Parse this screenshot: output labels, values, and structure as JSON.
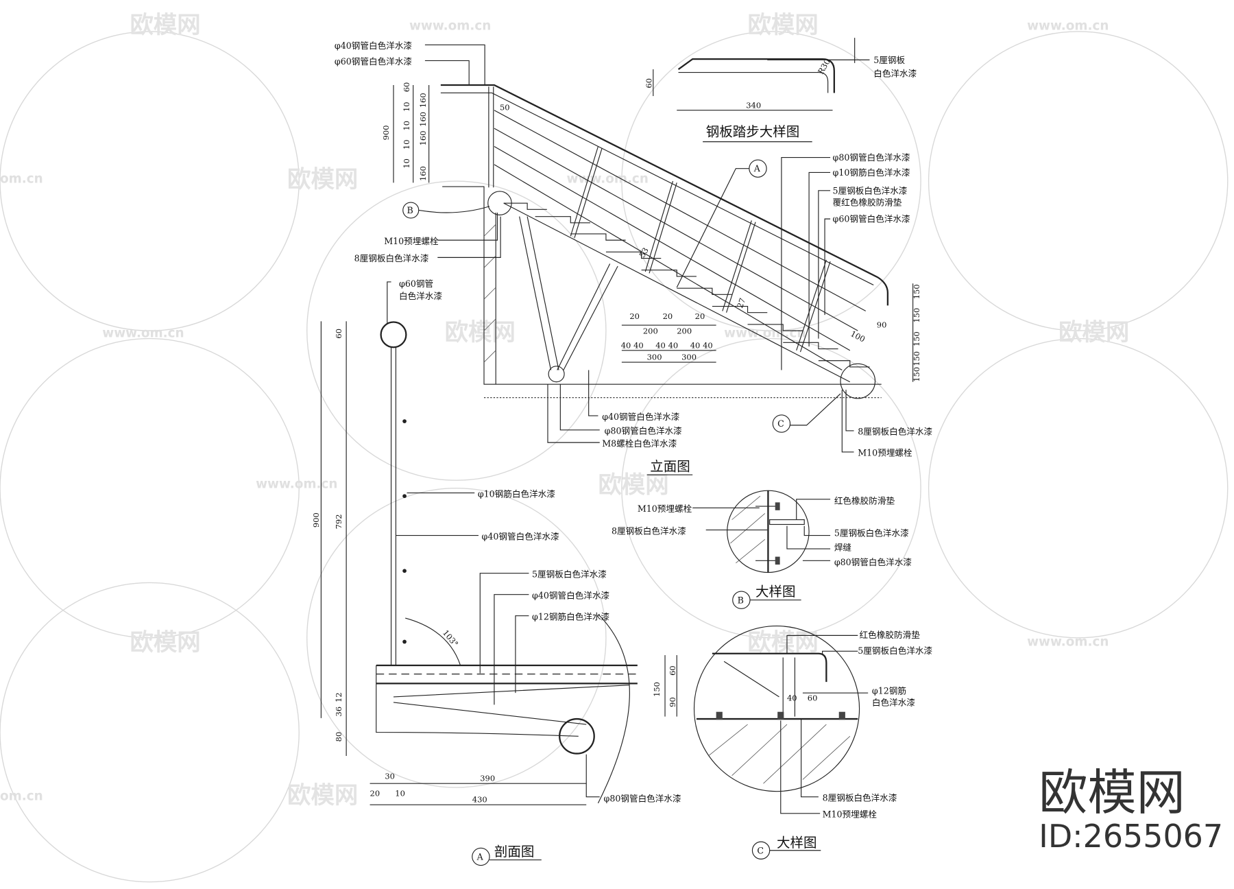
{
  "watermark": {
    "brand": "欧模网",
    "url": "www.om.cn",
    "url_short": "om.cn",
    "id": "ID:2655067"
  },
  "elevation": {
    "title": "立面图",
    "labels_top_left": [
      "φ40钢管白色洋水漆",
      "φ60钢管白色洋水漆"
    ],
    "dims_left_small": [
      "60",
      "10",
      "10",
      "10",
      "10"
    ],
    "dims_left_160": [
      "160",
      "160",
      "160",
      "160"
    ],
    "dim_total": "900",
    "dim_50": "50",
    "callout_b": "B",
    "callout_a": "A",
    "callout_c": "C",
    "labels_left": [
      "M10预埋螺栓",
      "8厘钢板白色洋水漆"
    ],
    "labels_right": [
      "φ80钢管白色洋水漆",
      "φ10钢筋白色洋水漆",
      "5厘钢板白色洋水漆",
      "覆红色橡胶防滑垫",
      "φ60钢管白色洋水漆"
    ],
    "dims_right": [
      "150",
      "150",
      "150",
      "150",
      "150"
    ],
    "dim_90": "90",
    "dim_100": "100",
    "dim_27": "27",
    "dim_53": "53",
    "dims_bottom_top": [
      "20",
      "200",
      "20",
      "200",
      "20"
    ],
    "dims_bottom_mid": [
      "40",
      "40",
      "40",
      "40",
      "40",
      "40"
    ],
    "dims_bottom_low": [
      "300",
      "300"
    ],
    "labels_bottom": [
      "φ40钢管白色洋水漆",
      "φ80钢管白色洋水漆",
      "M8螺栓白色洋水漆"
    ],
    "labels_bottom_right": [
      "8厘钢板白色洋水漆",
      "M10预埋螺栓"
    ]
  },
  "tread_detail": {
    "title": "钢板踏步大样图",
    "label1": "5厘钢板",
    "label2": "白色洋水漆",
    "dim_60": "60",
    "dim_340": "340",
    "radius": "R30"
  },
  "section_a": {
    "title": "剖面图",
    "callout": "A",
    "label_top": [
      "φ60钢管",
      "白色洋水漆"
    ],
    "labels": [
      "φ10钢筋白色洋水漆",
      "φ40钢管白色洋水漆",
      "5厘钢板白色洋水漆",
      "φ40钢管白色洋水漆",
      "φ12钢筋白色洋水漆",
      "φ80钢管白色洋水漆"
    ],
    "dims_vertical": [
      "60",
      "792",
      "900",
      "12",
      "36",
      "80"
    ],
    "angle": "103°",
    "dims_horizontal": [
      "30",
      "390",
      "20",
      "10",
      "430"
    ]
  },
  "detail_b": {
    "title": "大样图",
    "callout": "B",
    "labels_left": [
      "M10预埋螺栓",
      "8厘钢板白色洋水漆"
    ],
    "labels_right": [
      "红色橡胶防滑垫",
      "5厘钢板白色洋水漆",
      "焊缝",
      "φ80钢管白色洋水漆"
    ]
  },
  "detail_c": {
    "title": "大样图",
    "callout": "C",
    "labels_right": [
      "红色橡胶防滑垫",
      "5厘钢板白色洋水漆",
      "φ12钢筋",
      "白色洋水漆"
    ],
    "labels_bottom": [
      "8厘钢板白色洋水漆",
      "M10预埋螺栓"
    ],
    "dims": [
      "150",
      "60",
      "90",
      "40",
      "60"
    ]
  }
}
